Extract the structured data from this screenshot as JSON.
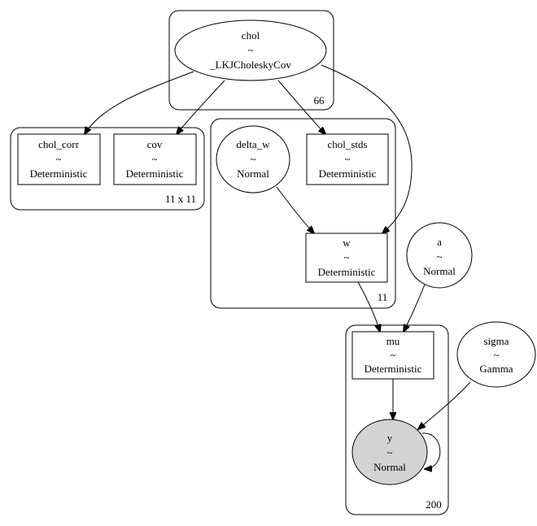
{
  "plates": [
    {
      "id": "plate_66",
      "label": "66"
    },
    {
      "id": "plate_11x11",
      "label": "11 x 11"
    },
    {
      "id": "plate_11",
      "label": "11"
    },
    {
      "id": "plate_200",
      "label": "200"
    }
  ],
  "nodes": [
    {
      "id": "chol",
      "name": "chol",
      "tilde": "~",
      "dist": "_LKJCholeskyCov",
      "shape": "ellipse",
      "observed": false
    },
    {
      "id": "chol_corr",
      "name": "chol_corr",
      "tilde": "~",
      "dist": "Deterministic",
      "shape": "box",
      "observed": false
    },
    {
      "id": "cov",
      "name": "cov",
      "tilde": "~",
      "dist": "Deterministic",
      "shape": "box",
      "observed": false
    },
    {
      "id": "delta_w",
      "name": "delta_w",
      "tilde": "~",
      "dist": "Normal",
      "shape": "ellipse",
      "observed": false
    },
    {
      "id": "chol_stds",
      "name": "chol_stds",
      "tilde": "~",
      "dist": "Deterministic",
      "shape": "box",
      "observed": false
    },
    {
      "id": "w",
      "name": "w",
      "tilde": "~",
      "dist": "Deterministic",
      "shape": "box",
      "observed": false
    },
    {
      "id": "a",
      "name": "a",
      "tilde": "~",
      "dist": "Normal",
      "shape": "ellipse",
      "observed": false
    },
    {
      "id": "mu",
      "name": "mu",
      "tilde": "~",
      "dist": "Deterministic",
      "shape": "box",
      "observed": false
    },
    {
      "id": "sigma",
      "name": "sigma",
      "tilde": "~",
      "dist": "Gamma",
      "shape": "ellipse",
      "observed": false
    },
    {
      "id": "y",
      "name": "y",
      "tilde": "~",
      "dist": "Normal",
      "shape": "ellipse",
      "observed": true
    }
  ],
  "edges": [
    {
      "from": "chol",
      "to": "chol_corr"
    },
    {
      "from": "chol",
      "to": "cov"
    },
    {
      "from": "chol",
      "to": "chol_stds"
    },
    {
      "from": "chol",
      "to": "w"
    },
    {
      "from": "delta_w",
      "to": "w"
    },
    {
      "from": "w",
      "to": "mu"
    },
    {
      "from": "a",
      "to": "mu"
    },
    {
      "from": "mu",
      "to": "y"
    },
    {
      "from": "sigma",
      "to": "y"
    },
    {
      "from": "y",
      "to": "y"
    }
  ]
}
